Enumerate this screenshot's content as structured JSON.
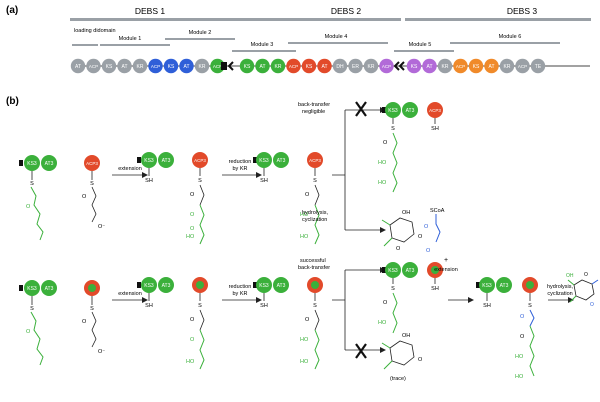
{
  "panel_a": {
    "label": "(a)",
    "debs": [
      "DEBS 1",
      "DEBS 2",
      "DEBS 3"
    ],
    "modules": [
      "loading didomain",
      "Module 1",
      "Module 2",
      "Module 3",
      "Module 4",
      "Module 5",
      "Module 6"
    ],
    "domains": [
      {
        "t": "AT",
        "c": "#9aa0a6"
      },
      {
        "t": "ACP",
        "c": "#9aa0a6"
      },
      {
        "t": "KS",
        "c": "#9aa0a6"
      },
      {
        "t": "AT",
        "c": "#9aa0a6"
      },
      {
        "t": "KR",
        "c": "#9aa0a6"
      },
      {
        "t": "ACP",
        "c": "#2f5fd8"
      },
      {
        "t": "KS",
        "c": "#2f5fd8"
      },
      {
        "t": "AT",
        "c": "#2f5fd8"
      },
      {
        "t": "KR",
        "c": "#9aa0a6"
      },
      {
        "t": "ACP",
        "c": "#3bb03b"
      },
      {
        "t": "KS",
        "c": "#3bb03b"
      },
      {
        "t": "AT",
        "c": "#3bb03b"
      },
      {
        "t": "KR",
        "c": "#3bb03b"
      },
      {
        "t": "ACP",
        "c": "#e24a2a"
      },
      {
        "t": "KS",
        "c": "#e24a2a"
      },
      {
        "t": "AT",
        "c": "#e24a2a"
      },
      {
        "t": "DH",
        "c": "#9aa0a6"
      },
      {
        "t": "ER",
        "c": "#9aa0a6"
      },
      {
        "t": "KR",
        "c": "#9aa0a6"
      },
      {
        "t": "ACP",
        "c": "#b26ad8"
      },
      {
        "t": "KS",
        "c": "#b26ad8"
      },
      {
        "t": "AT",
        "c": "#b26ad8"
      },
      {
        "t": "KR",
        "c": "#9aa0a6"
      },
      {
        "t": "ACP",
        "c": "#f08a2a"
      },
      {
        "t": "KS",
        "c": "#f08a2a"
      },
      {
        "t": "AT",
        "c": "#f08a2a"
      },
      {
        "t": "KR",
        "c": "#9aa0a6"
      },
      {
        "t": "ACP",
        "c": "#9aa0a6"
      },
      {
        "t": "TE",
        "c": "#9aa0a6"
      }
    ]
  },
  "panel_b": {
    "label": "(b)",
    "ks3": "KS3",
    "at3": "AT3",
    "acp3": "ACP3",
    "extension": "extension",
    "reduction_1": "reduction",
    "reduction_2": "by KR",
    "backtransfer_1": "back-transfer",
    "backtransfer_2": "negligible",
    "hydrolysis_1": "hydrolysis,",
    "hydrolysis_2": "cyclization",
    "successful_1": "successful",
    "successful_2": "back-transfer",
    "plus": "+",
    "scoa": "SCoA",
    "trace": "(trace)",
    "sh": "SH",
    "s": "S",
    "o": "O",
    "ho": "HO",
    "oh": "OH",
    "ominus": "O⁻"
  },
  "colors": {
    "green": "#3bb03b",
    "red": "#e24a2a",
    "blue": "#2f5fd8",
    "grey": "#9aa0a6",
    "bar": "#9aa0a6"
  }
}
